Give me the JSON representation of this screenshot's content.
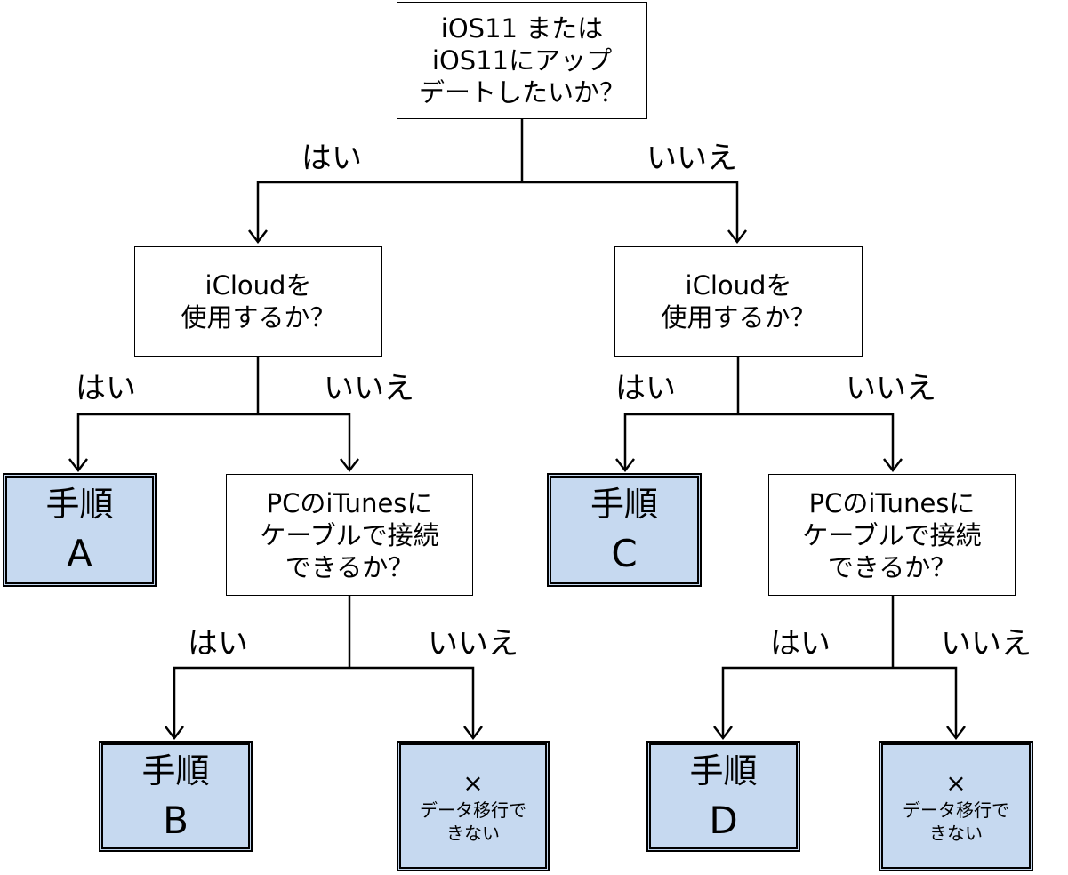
{
  "questions": {
    "q_top": [
      "iOS11 または",
      "iOS11にアップ",
      "デートしたいか？"
    ],
    "q_icloud_left": [
      "iCloudを",
      "使用するか？"
    ],
    "q_icloud_right": [
      "iCloudを",
      "使用するか？"
    ],
    "q_pc_left": [
      "PCのiTunesに",
      "ケーブルで接続",
      "できるか？"
    ],
    "q_pc_right": [
      "PCのiTunesに",
      "ケーブルで接続",
      "できるか？"
    ]
  },
  "results": {
    "proc_a": {
      "name": "手順",
      "letter": "A"
    },
    "proc_b": {
      "name": "手順",
      "letter": "B"
    },
    "proc_c": {
      "name": "手順",
      "letter": "C"
    },
    "proc_d": {
      "name": "手順",
      "letter": "D"
    },
    "nodata_left": {
      "mark": "×",
      "lines": [
        "データ移行で",
        "きない"
      ]
    },
    "nodata_right": {
      "mark": "×",
      "lines": [
        "データ移行で",
        "きない"
      ]
    }
  },
  "labels": {
    "top_yes": "はい",
    "top_no": "いいえ",
    "left_yes": "はい",
    "left_no": "いいえ",
    "right_yes": "はい",
    "right_no": "いいえ",
    "pc_left_yes": "はい",
    "pc_left_no": "いいえ",
    "pc_right_yes": "はい",
    "pc_right_no": "いいえ"
  },
  "colors": {
    "result_fill": "#c6d9f0",
    "question_fill": "#ffffff",
    "line": "#000000"
  }
}
